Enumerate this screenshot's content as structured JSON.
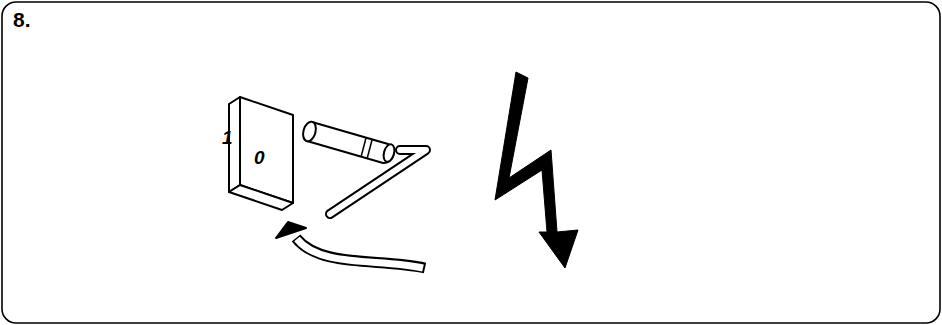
{
  "diagram": {
    "labels": [
      "8.",
      "1",
      "0"
    ]
  }
}
